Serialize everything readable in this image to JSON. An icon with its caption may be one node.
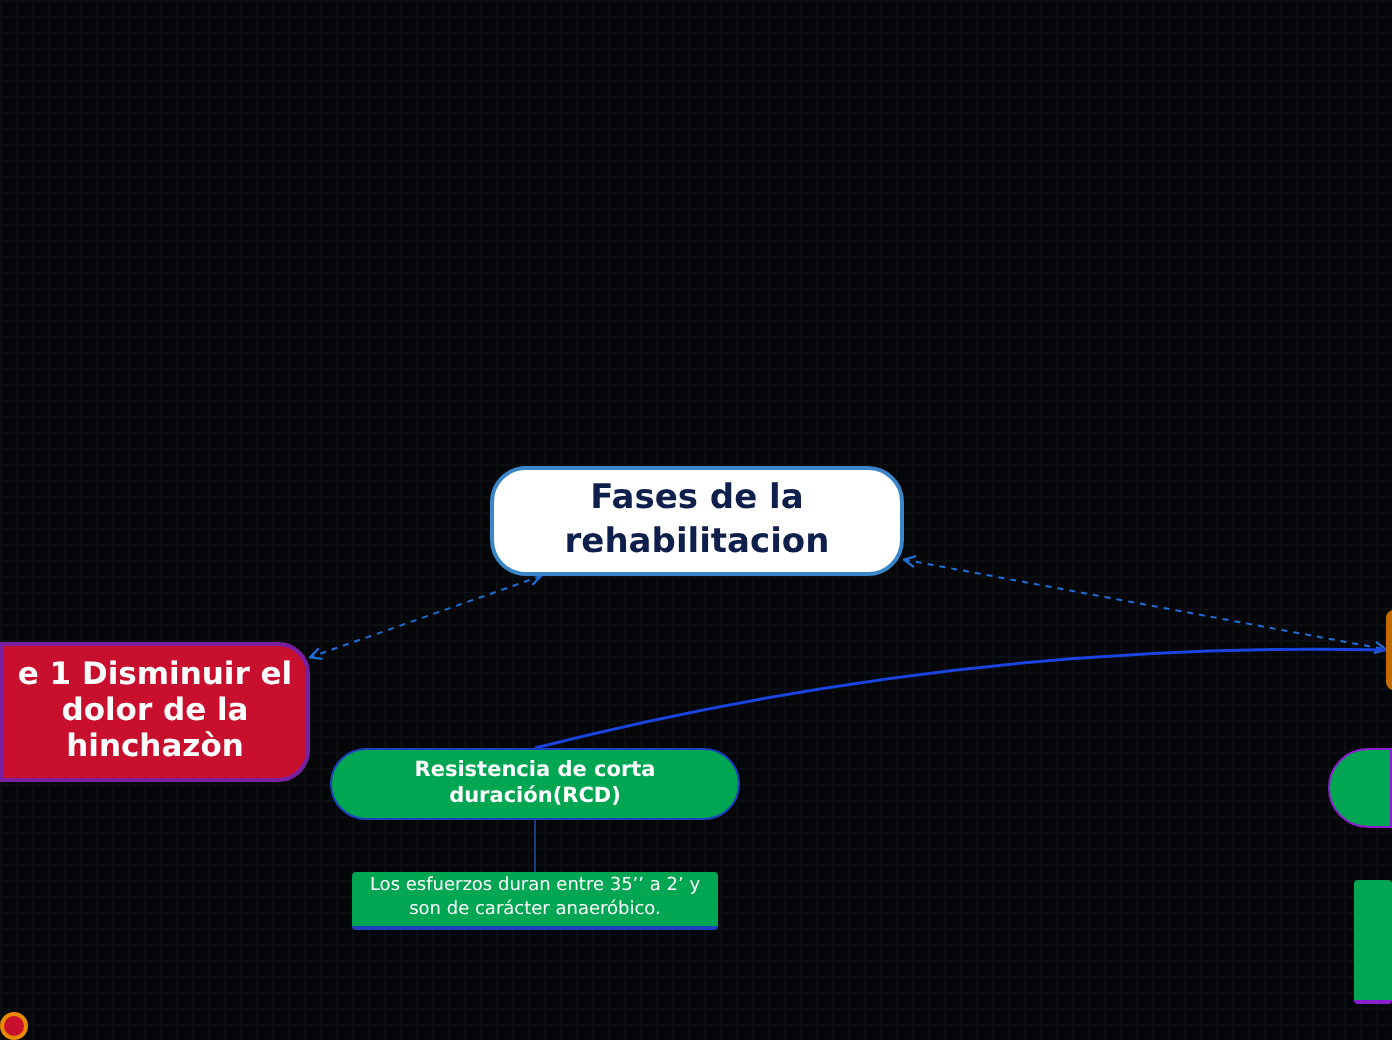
{
  "diagram": {
    "nodes": [
      {
        "text": [
          "Fases de la rehabilitacion"
        ]
      },
      {
        "text": [
          "e 1 Disminuir el dolor de la hinchazòn"
        ]
      },
      {
        "text": [],
        "shape": "box"
      },
      {
        "text": [
          "Resistencia de corta duración(RCD)"
        ]
      },
      {
        "text": [
          "Los esfuerzos duran entre 35’’ a 2’ y son de carácter anaeróbico."
        ]
      },
      {
        "text": [],
        "shape": "box"
      },
      {
        "text": [],
        "shape": "box"
      },
      {
        "text": [],
        "shape": "circle"
      }
    ],
    "edges": [
      {
        "from": 0,
        "to": 1,
        "arrow": "both",
        "style": "dashed"
      },
      {
        "from": 0,
        "to": 2,
        "arrow": "both",
        "style": "dashed"
      },
      {
        "from": 2,
        "to": 3,
        "arrow": "none",
        "color": "#1a44e0"
      },
      {
        "from": 3,
        "to": 4,
        "arrow": "none",
        "color": "#1a3a8a"
      }
    ]
  }
}
